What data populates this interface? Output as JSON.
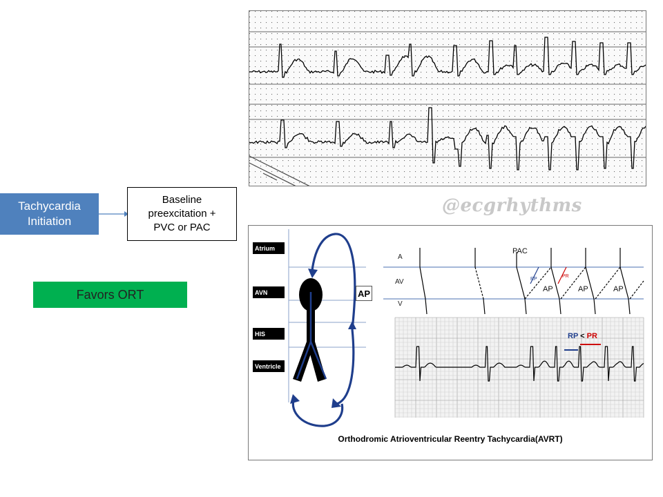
{
  "flow": {
    "tachycardia_box": {
      "line1": "Tachycardia",
      "line2": "Initiation"
    },
    "baseline_box": {
      "line1": "Baseline",
      "line2": "preexcitation +",
      "line3": "PVC or PAC"
    },
    "favors_box": {
      "label": "Favors ORT"
    }
  },
  "watermark": "@ecgrhythms",
  "avrt_diagram": {
    "level_labels": [
      "Atrium",
      "AVN",
      "HIS",
      "Ventricle"
    ],
    "ap_label": "AP",
    "row_labels": [
      "A",
      "AV",
      "V"
    ],
    "pac_label": "PAC",
    "rp_label": "RP",
    "pr_label": "PR",
    "ap_segment_labels": [
      "AP",
      "AP",
      "AP"
    ],
    "rp_pr_relation": {
      "rp": "RP",
      "symbol": "<",
      "pr": "PR"
    },
    "caption": "Orthodromic Atrioventricular Reentry Tachycardia(AVRT)"
  },
  "colors": {
    "tachycardia_box": "#4f81bd",
    "favors_box": "#00b050",
    "circuit_arrow": "#1f3e8c",
    "rp_color": "#1f3e8c",
    "pr_color": "#cc0000"
  }
}
